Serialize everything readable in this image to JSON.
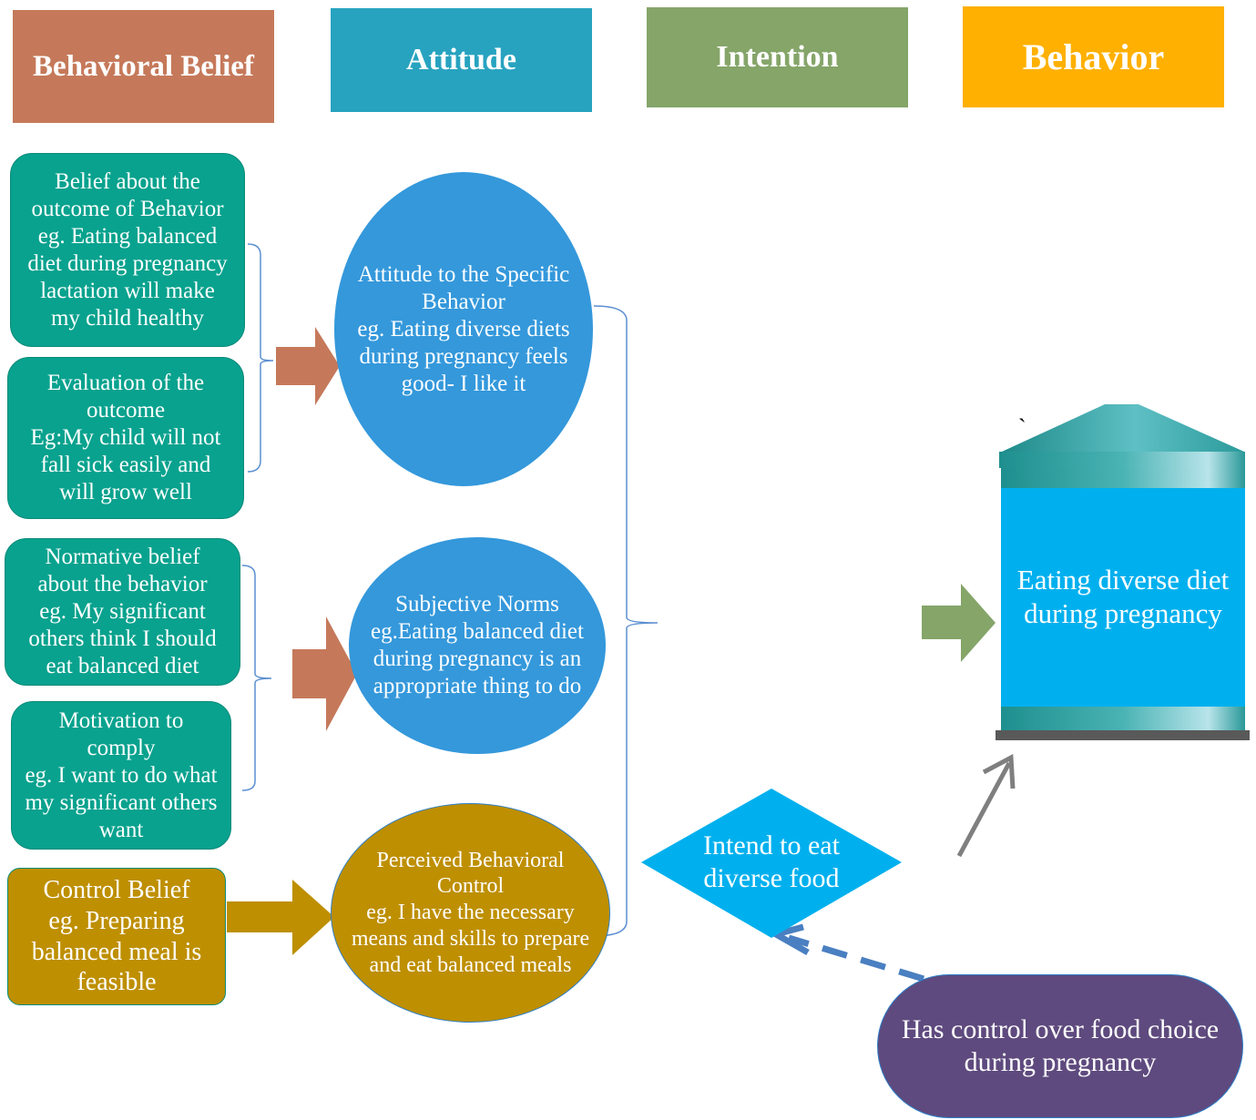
{
  "headers": {
    "behavioral_belief": "Behavioral Belief",
    "attitude": "Attitude",
    "intention": "Intention",
    "behavior": "Behavior"
  },
  "beliefs": {
    "outcome_belief": "Belief about the\noutcome of Behavior\neg. Eating balanced\ndiet during pregnancy\nlactation will make\nmy child healthy",
    "outcome_evaluation": "Evaluation of the\noutcome\nEg:My child will not\nfall sick easily and\nwill grow well",
    "normative_belief": "Normative belief\nabout the behavior\neg. My significant\nothers think I should\neat balanced diet",
    "motivation_to_comply": "Motivation to\ncomply\neg. I want to do what\nmy significant others\nwant",
    "control_belief": "Control Belief\neg. Preparing\nbalanced meal is\nfeasible"
  },
  "constructs": {
    "attitude": "Attitude to the Specific\nBehavior\neg. Eating diverse diets\nduring pregnancy feels\ngood- I like it",
    "subjective_norms": "Subjective Norms\neg.Eating balanced diet\nduring pregnancy is an\nappropriate thing to do",
    "pbc": "Perceived Behavioral\nControl\neg. I have the necessary\nmeans and skills to prepare\nand eat balanced meals"
  },
  "intention": "Intend to eat\ndiverse food",
  "behavior": "Eating diverse diet\nduring pregnancy",
  "actual_control": "Has control over food choice\nduring pregnancy",
  "stray_mark": "`",
  "colors": {
    "belief_header": "#c5795a",
    "attitude_header": "#27a3c0",
    "intention_header": "#85a569",
    "behavior_header": "#ffb000",
    "teal_box": "#08a28e",
    "gold_box": "#be8f00",
    "blue_oval": "#3498db",
    "cyan": "#00b0ee",
    "purple": "#5e4a7e"
  }
}
